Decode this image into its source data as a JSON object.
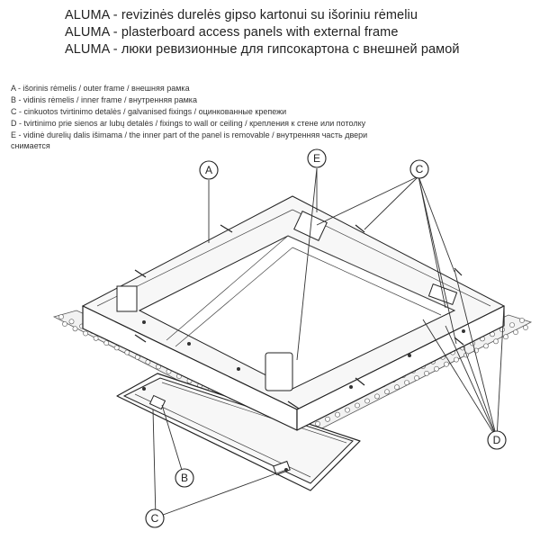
{
  "title": {
    "line1": "ALUMA - revizinės durelės gipso kartonui su išoriniu rėmeliu",
    "line2": "ALUMA - plasterboard access panels with external frame",
    "line3": "ALUMA - люки ревизионные для гипсокартона с внешней рамой"
  },
  "legend": {
    "a": "A - išorinis rėmelis / outer frame / внешняя рамка",
    "b": "B - vidinis rėmelis / inner frame / внутренняя рамка",
    "c": "C - cinkuotos tvirtinimo detalės / galvanised fixings / оцинкованные крепежи",
    "d": "D - tvirtinimo prie sienos ar lubų detalės / fixings to wall or ceiling / крепления к стене или потолку",
    "e": "E - vidinė durelių dalis išimama / the inner part of the panel is removable / внутренняя часть двери",
    "e_cont": "снимается"
  },
  "callouts": {
    "a": "A",
    "b": "B",
    "c_top": "C",
    "c_bottom": "C",
    "d": "D",
    "e": "E"
  }
}
